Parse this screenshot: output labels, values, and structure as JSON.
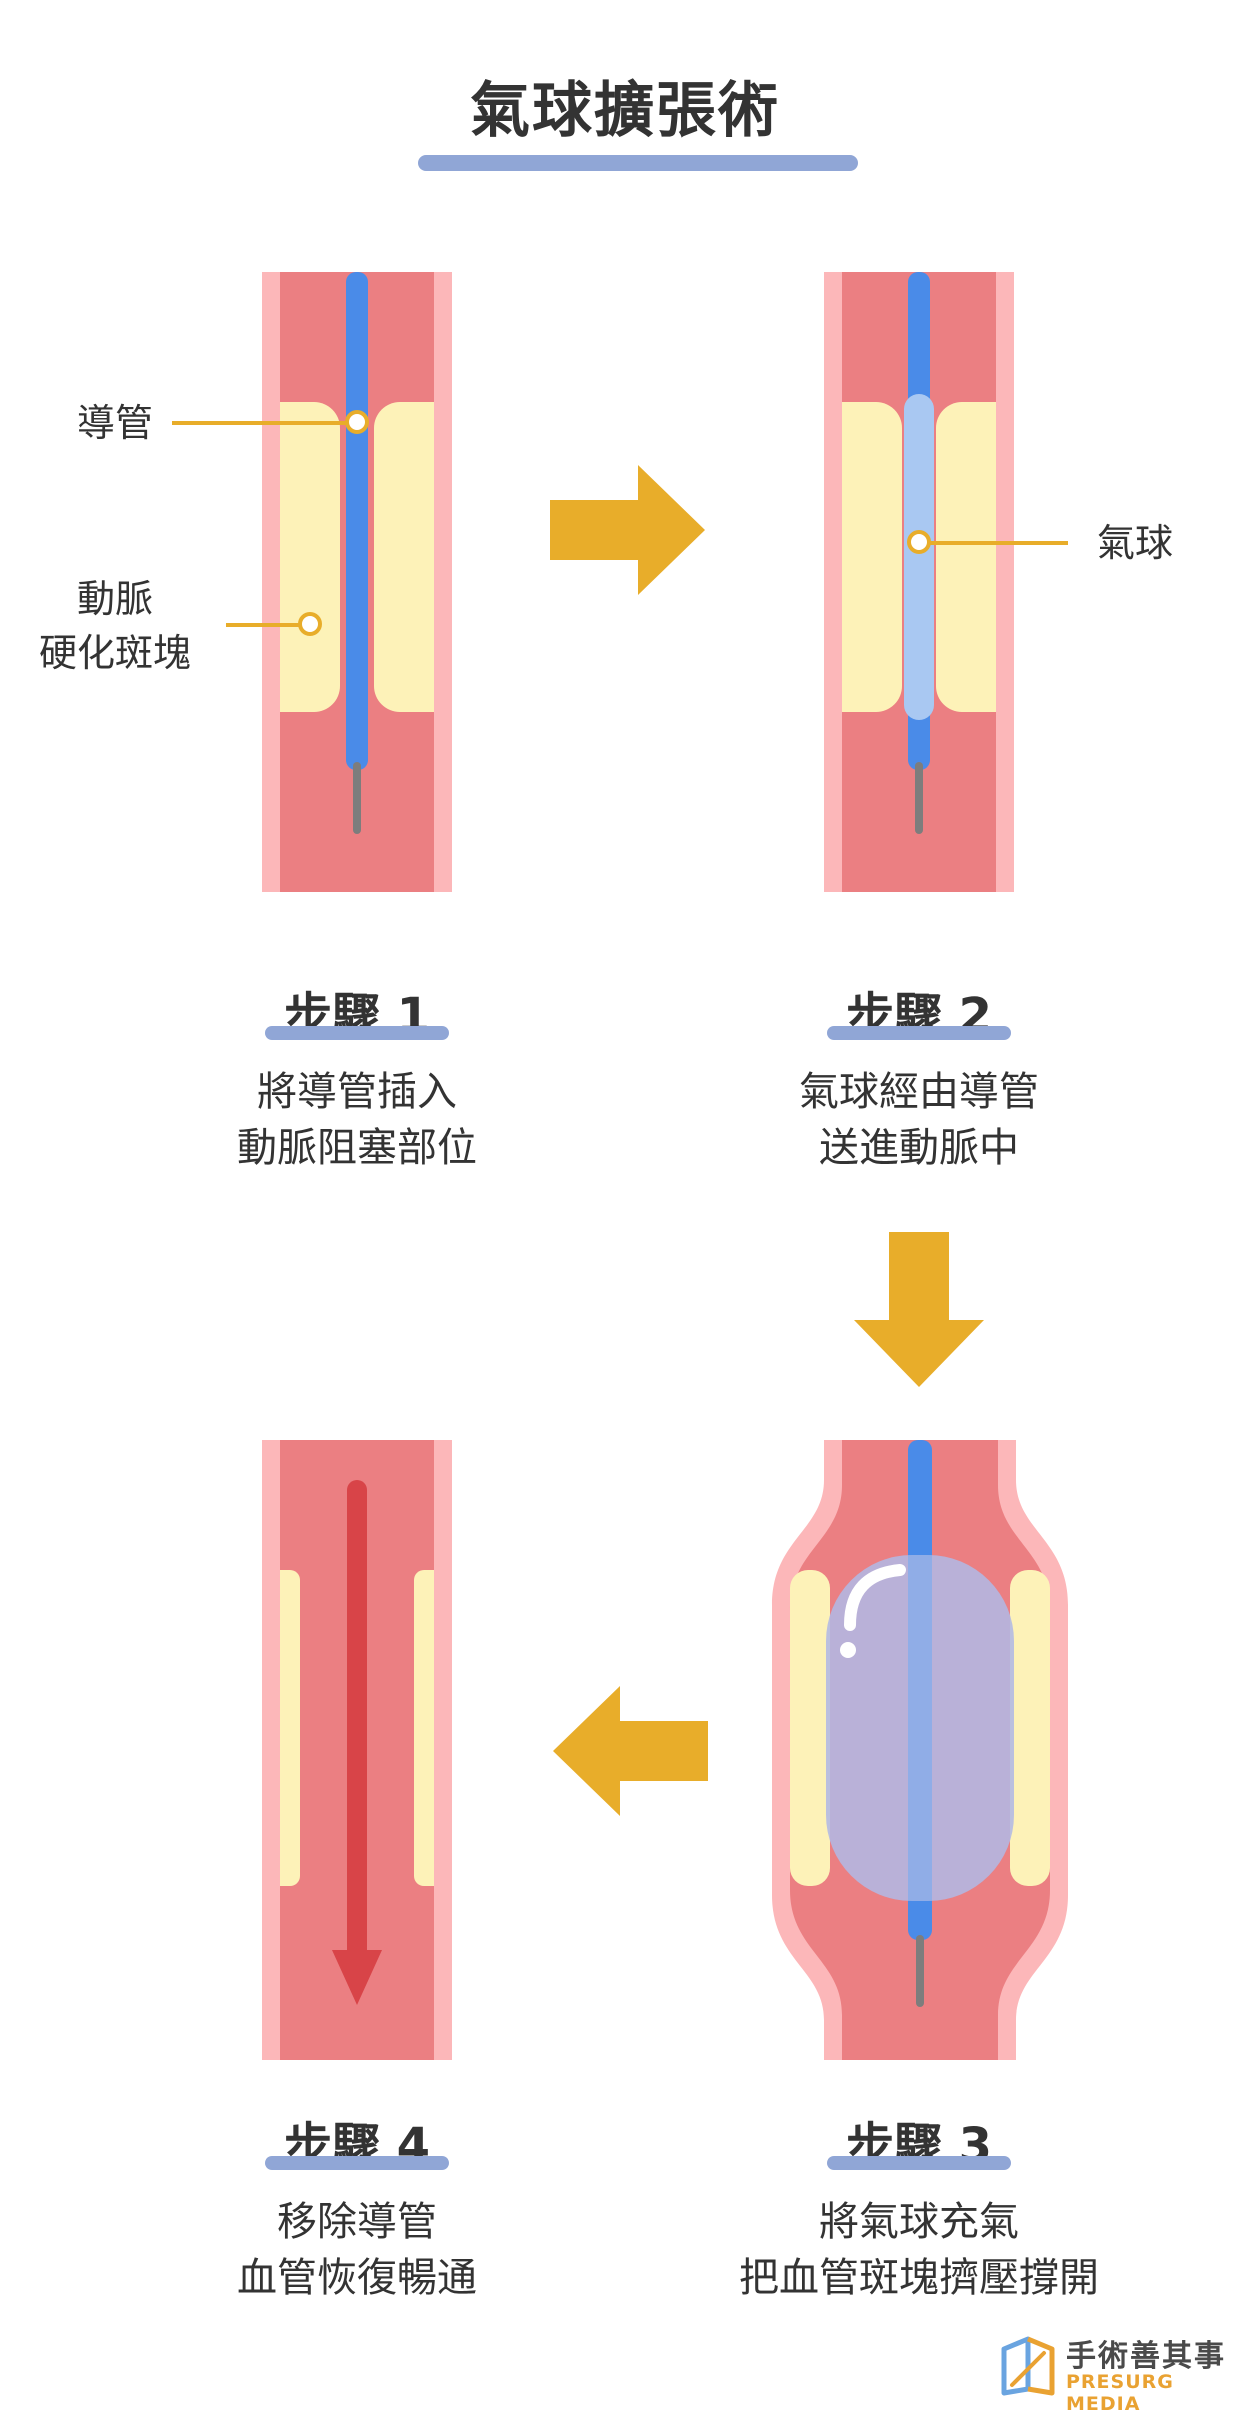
{
  "title": "氣球擴張術",
  "labels": {
    "catheter": "導管",
    "plaque_line1": "動脈",
    "plaque_line2": "硬化斑塊",
    "balloon": "氣球"
  },
  "steps": [
    {
      "title": "步驟 1",
      "line1": "將導管插入",
      "line2": "動脈阻塞部位"
    },
    {
      "title": "步驟 2",
      "line1": "氣球經由導管",
      "line2": "送進動脈中"
    },
    {
      "title": "步驟 3",
      "line1": "將氣球充氣",
      "line2": "把血管斑塊擠壓撐開"
    },
    {
      "title": "步驟 4",
      "line1": "移除導管",
      "line2": "血管恢復暢通"
    }
  ],
  "logo": {
    "name": "手術善其事",
    "sub": "PRESURG MEDIA"
  },
  "colors": {
    "vessel_wall": "#fcb7b9",
    "vessel_lumen": "#eb7f82",
    "plaque": "#fdf2b8",
    "catheter": "#4a8be8",
    "balloon": "#a9c8f2",
    "arrow": "#e8ad2a",
    "accent_bar": "#90a6d6",
    "flow_arrow": "#d84448",
    "guidewire": "#7d7d7d"
  }
}
